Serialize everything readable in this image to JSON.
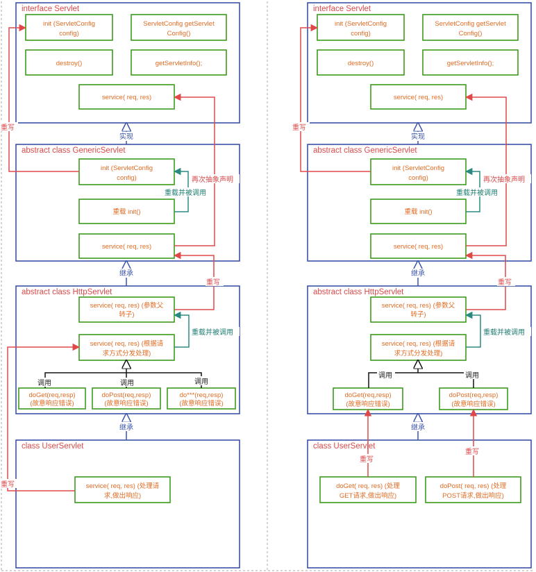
{
  "colors": {
    "frame": "#3a52a8",
    "box_border": "#3b9b1d",
    "box_text": "#e06b22",
    "title": "#d94a4a",
    "override_arrow": "#e04848",
    "overload_arrow": "#2a8a80"
  },
  "left": {
    "servlet": {
      "title": "interface Servlet",
      "init": [
        "init (ServletConfig",
        "config)"
      ],
      "get_config": [
        "ServletConfig getServlet",
        "Config()"
      ],
      "destroy": "destroy()",
      "get_info": "getServletInfo();",
      "service": "service( req,  res)"
    },
    "implements_label": "实现",
    "generic": {
      "title": "abstract class GenericServlet",
      "init": [
        "init (ServletConfig",
        "config)"
      ],
      "overload_init": "重载 init()",
      "service": "service( req,  res)"
    },
    "extends_label_1": "继承",
    "http": {
      "title": "abstract class HttpServlet",
      "service_parent": [
        "service( req,  res) (参数父",
        "转子)"
      ],
      "service_dispatch": [
        "service( req,  res) (根据请",
        "求方式分发处理)"
      ],
      "do_get": [
        "doGet(req,resp)",
        "(故意响应错误)"
      ],
      "do_post": [
        "doPost(req,resp)",
        "(故意响应错误)"
      ],
      "do_other": [
        "do***(req,resp)",
        "(故意响应错误)"
      ]
    },
    "extends_label_2": "继承",
    "user": {
      "title": "class UserServlet",
      "service": [
        "service( req,  res) (处理请",
        "求,做出响应)"
      ]
    },
    "labels": {
      "override_1": "重写",
      "redeclare_abstract": "再次抽象声明",
      "overload_called_1": "重载并被调用",
      "override_2": "重写",
      "overload_called_2": "重载并被调用",
      "call_1": "调用",
      "call_2": "调用",
      "call_3": "调用",
      "override_3": "重写"
    }
  },
  "right": {
    "servlet": {
      "title": "interface Servlet",
      "init": [
        "init (ServletConfig",
        "config)"
      ],
      "get_config": [
        "ServletConfig getServlet",
        "Config()"
      ],
      "destroy": "destroy()",
      "get_info": "getServletInfo();",
      "service": "service( req,  res)"
    },
    "implements_label": "实现",
    "generic": {
      "title": "abstract class GenericServlet",
      "init": [
        "init (ServletConfig",
        "config)"
      ],
      "overload_init": "重载 init()",
      "service": "service( req,  res)"
    },
    "extends_label_1": "继承",
    "http": {
      "title": "abstract class HttpServlet",
      "service_parent": [
        "service( req,  res) (参数父",
        "转子)"
      ],
      "service_dispatch": [
        "service( req,  res) (根据请",
        "求方式分发处理)"
      ],
      "do_get": [
        "doGet(req,resp)",
        "(故意响应错误)"
      ],
      "do_post": [
        "doPost(req,resp)",
        "(故意响应错误)"
      ]
    },
    "extends_label_2": "继承",
    "user": {
      "title": "class UserServlet",
      "do_get": [
        "doGet( req,  res) (处理",
        "GET请求,做出响应)"
      ],
      "do_post": [
        "doPost( req,  res) (处理",
        "POST请求,做出响应)"
      ]
    },
    "labels": {
      "override_1": "重写",
      "redeclare_abstract": "再次抽象声明",
      "overload_called_1": "重载并被调用",
      "override_2": "重写",
      "overload_called_2": "重载并被调用",
      "call_1": "调用",
      "call_2": "调用",
      "override_get": "重写",
      "override_post": "重写"
    }
  }
}
